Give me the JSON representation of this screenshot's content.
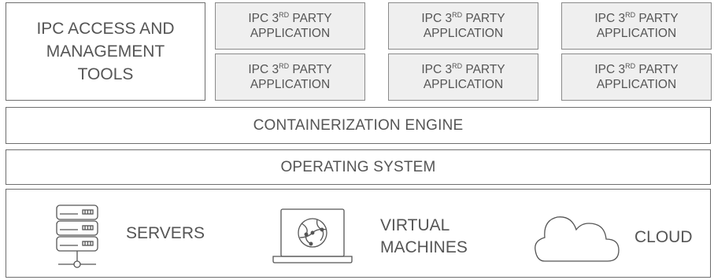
{
  "management": {
    "lines": [
      "IPC ACCESS AND",
      "MANAGEMENT",
      "TOOLS"
    ]
  },
  "apps": [
    {
      "prefix": "IPC 3",
      "sup": "RD",
      "suffix": " PARTY",
      "line2": "APPLICATION"
    },
    {
      "prefix": "IPC 3",
      "sup": "RD",
      "suffix": " PARTY",
      "line2": "APPLICATION"
    },
    {
      "prefix": "IPC 3",
      "sup": "RD",
      "suffix": " PARTY",
      "line2": "APPLICATION"
    },
    {
      "prefix": "IPC 3",
      "sup": "RD",
      "suffix": " PARTY",
      "line2": "APPLICATION"
    },
    {
      "prefix": "IPC 3",
      "sup": "RD",
      "suffix": " PARTY",
      "line2": "APPLICATION"
    },
    {
      "prefix": "IPC 3",
      "sup": "RD",
      "suffix": " PARTY",
      "line2": "APPLICATION"
    }
  ],
  "layers": {
    "containerization": "CONTAINERIZATION ENGINE",
    "os": "OPERATING SYSTEM"
  },
  "infrastructure": {
    "servers": {
      "label": "SERVERS",
      "icon": "server-stack-icon"
    },
    "vms": {
      "line1": "VIRTUAL",
      "line2": "MACHINES",
      "icon": "laptop-globe-icon"
    },
    "cloud": {
      "label": "CLOUD",
      "icon": "cloud-icon"
    }
  },
  "colors": {
    "border": "#6e6e6e",
    "app_fill": "#efefef",
    "text": "#555555"
  }
}
